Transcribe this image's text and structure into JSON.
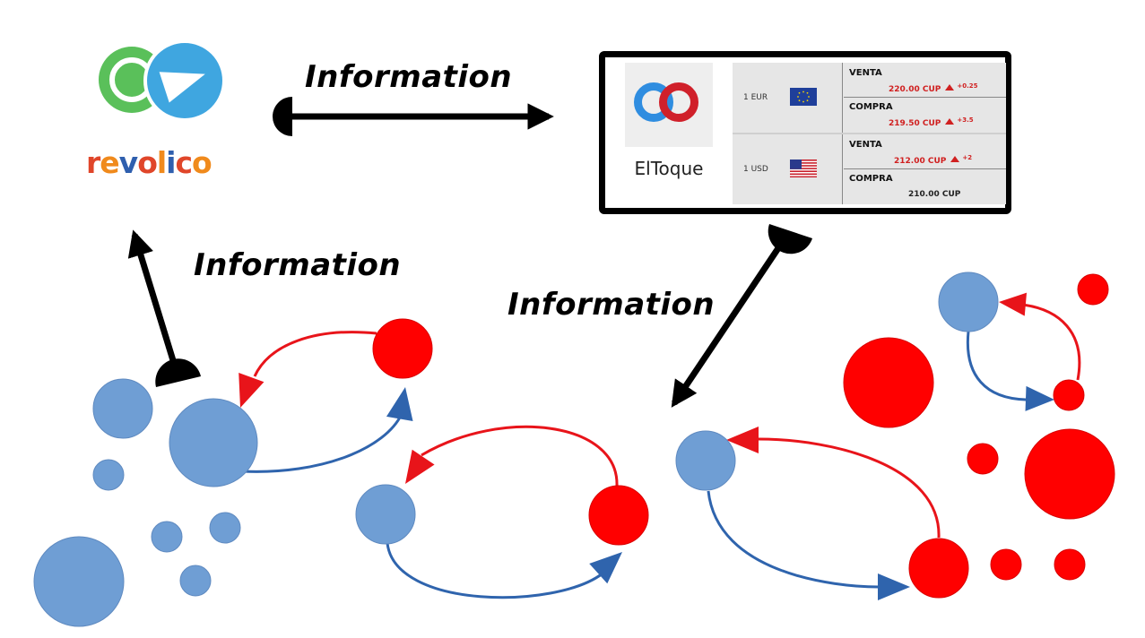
{
  "labels": {
    "top": "Information",
    "left": "Information",
    "right": "Information"
  },
  "apps": {
    "icons": [
      "whatsapp-icon",
      "telegram-icon"
    ],
    "revolico": "revolico"
  },
  "eltoque": {
    "brand": "ElToque",
    "rows": [
      {
        "currency": "1 EUR",
        "flag": "eu-flag-icon",
        "venta_label": "VENTA",
        "venta_price": "220.00 CUP",
        "venta_change": "+0.25",
        "compra_label": "COMPRA",
        "compra_price": "219.50 CUP",
        "compra_change": "+3.5"
      },
      {
        "currency": "1 USD",
        "flag": "us-flag-icon",
        "venta_label": "VENTA",
        "venta_price": "212.00 CUP",
        "venta_change": "+2",
        "compra_label": "COMPRA",
        "compra_price": "210.00 CUP"
      }
    ]
  },
  "colors": {
    "agent_blue": "#6f9ed4",
    "agent_red": "#ff0000",
    "arrow_red": "#e8141a",
    "arrow_blue": "#2f64ad",
    "connector": "#000000",
    "revolico_red": "#e0462a",
    "revolico_blue": "#2f5fae",
    "revolico_orange": "#f08a1c"
  }
}
